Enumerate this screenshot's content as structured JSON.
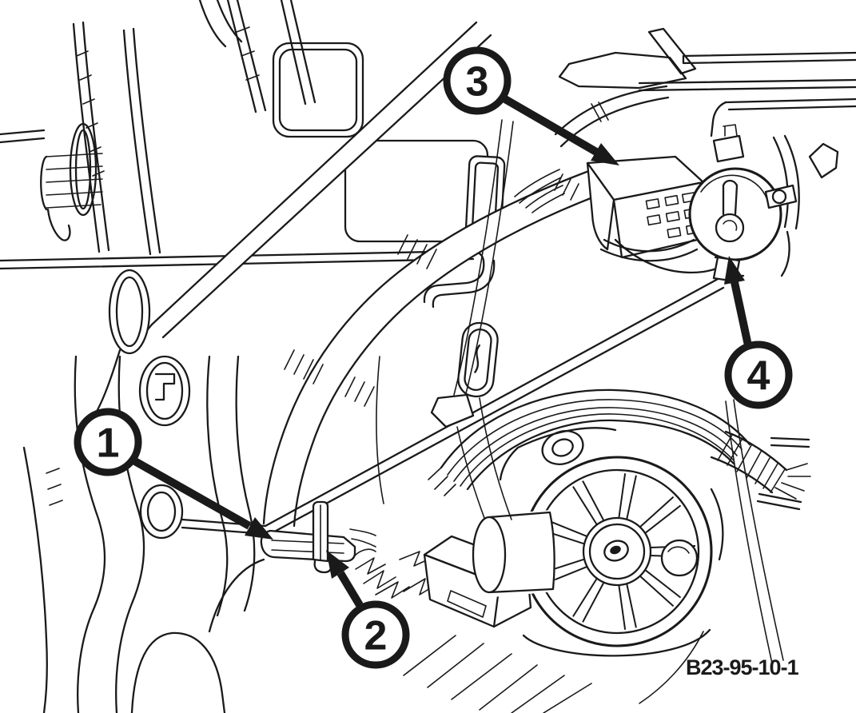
{
  "figure": {
    "code": "B23-95-10-1"
  },
  "callouts": [
    {
      "label": "1",
      "target": "harness-retainer-clip"
    },
    {
      "label": "2",
      "target": "clip-push-pin"
    },
    {
      "label": "3",
      "target": "wiring-connector"
    },
    {
      "label": "4",
      "target": "round-actuator"
    }
  ],
  "colors": {
    "ink": "#1a1a1a",
    "paper": "#ffffff"
  }
}
